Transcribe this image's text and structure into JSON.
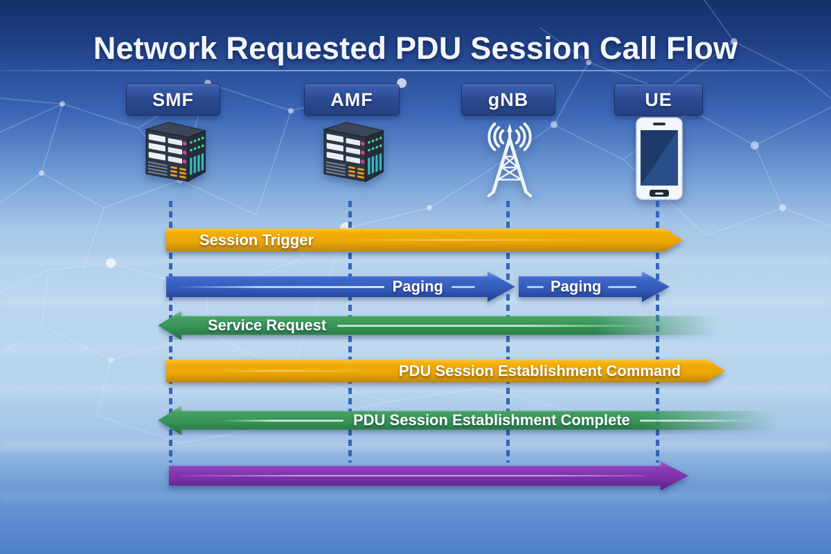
{
  "title": "Network Requested PDU Session Call Flow",
  "entities": [
    {
      "label": "SMF",
      "icon": "server-icon"
    },
    {
      "label": "AMF",
      "icon": "server-icon"
    },
    {
      "label": "gNB",
      "icon": "radio-tower-icon"
    },
    {
      "label": "UE",
      "icon": "smartphone-icon"
    }
  ],
  "messages": [
    {
      "label": "Session Trigger",
      "color": "#EEAB08",
      "direction": "right",
      "from": "SMF",
      "to": "UE"
    },
    {
      "label": "Paging",
      "color": "#3E68CC",
      "direction": "right",
      "from": "SMF",
      "to": "gNB"
    },
    {
      "label": "Paging",
      "color": "#3E68CC",
      "direction": "right",
      "from": "gNB",
      "to": "UE"
    },
    {
      "label": "Service Request",
      "color": "#3B9859",
      "direction": "left",
      "from": "UE",
      "to": "SMF"
    },
    {
      "label": "PDU Session Establishment Command",
      "color": "#EEAB08",
      "direction": "right",
      "from": "SMF",
      "to": "UE"
    },
    {
      "label": "PDU Session Establishment Complete",
      "color": "#3B9859",
      "direction": "left",
      "from": "UE",
      "to": "SMF"
    },
    {
      "label": "",
      "color": "#7E31AA",
      "direction": "right",
      "from": "SMF",
      "to": "UE"
    }
  ],
  "palette": {
    "background_top": "#14306A",
    "background_middle": "#BCD7EE",
    "background_bottom": "#4F7FC6",
    "entity_box": "#2C4A92",
    "lifeline": "#2B5CB8"
  }
}
